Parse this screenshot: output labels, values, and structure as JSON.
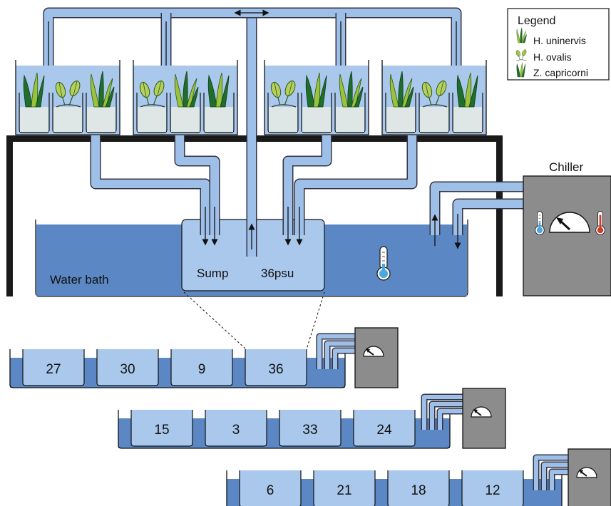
{
  "legend": {
    "title": "Legend",
    "items": [
      "H. uninervis",
      "H. ovalis",
      "Z. capricorni"
    ]
  },
  "labels": {
    "chiller": "Chiller",
    "water_bath": "Water bath",
    "sump": "Sump",
    "salinity": "36psu"
  },
  "rows": [
    {
      "values": [
        "27",
        "30",
        "9",
        "36"
      ]
    },
    {
      "values": [
        "15",
        "3",
        "33",
        "24"
      ]
    },
    {
      "values": [
        "6",
        "21",
        "18",
        "12"
      ]
    }
  ],
  "colors": {
    "water_dark": "#5b88c4",
    "water_light": "#a9c8ec",
    "pipe": "#9ec0e8",
    "sediment": "#dfe6e6",
    "frame": "#1a1a1a",
    "chiller_box": "#8c8c8c",
    "leaf_dark": "#1f6e2c",
    "leaf_light": "#9ac23a"
  },
  "icons": [
    "thermometer-cold-icon",
    "gauge-icon",
    "thermometer-hot-icon",
    "seagrass-icon"
  ]
}
